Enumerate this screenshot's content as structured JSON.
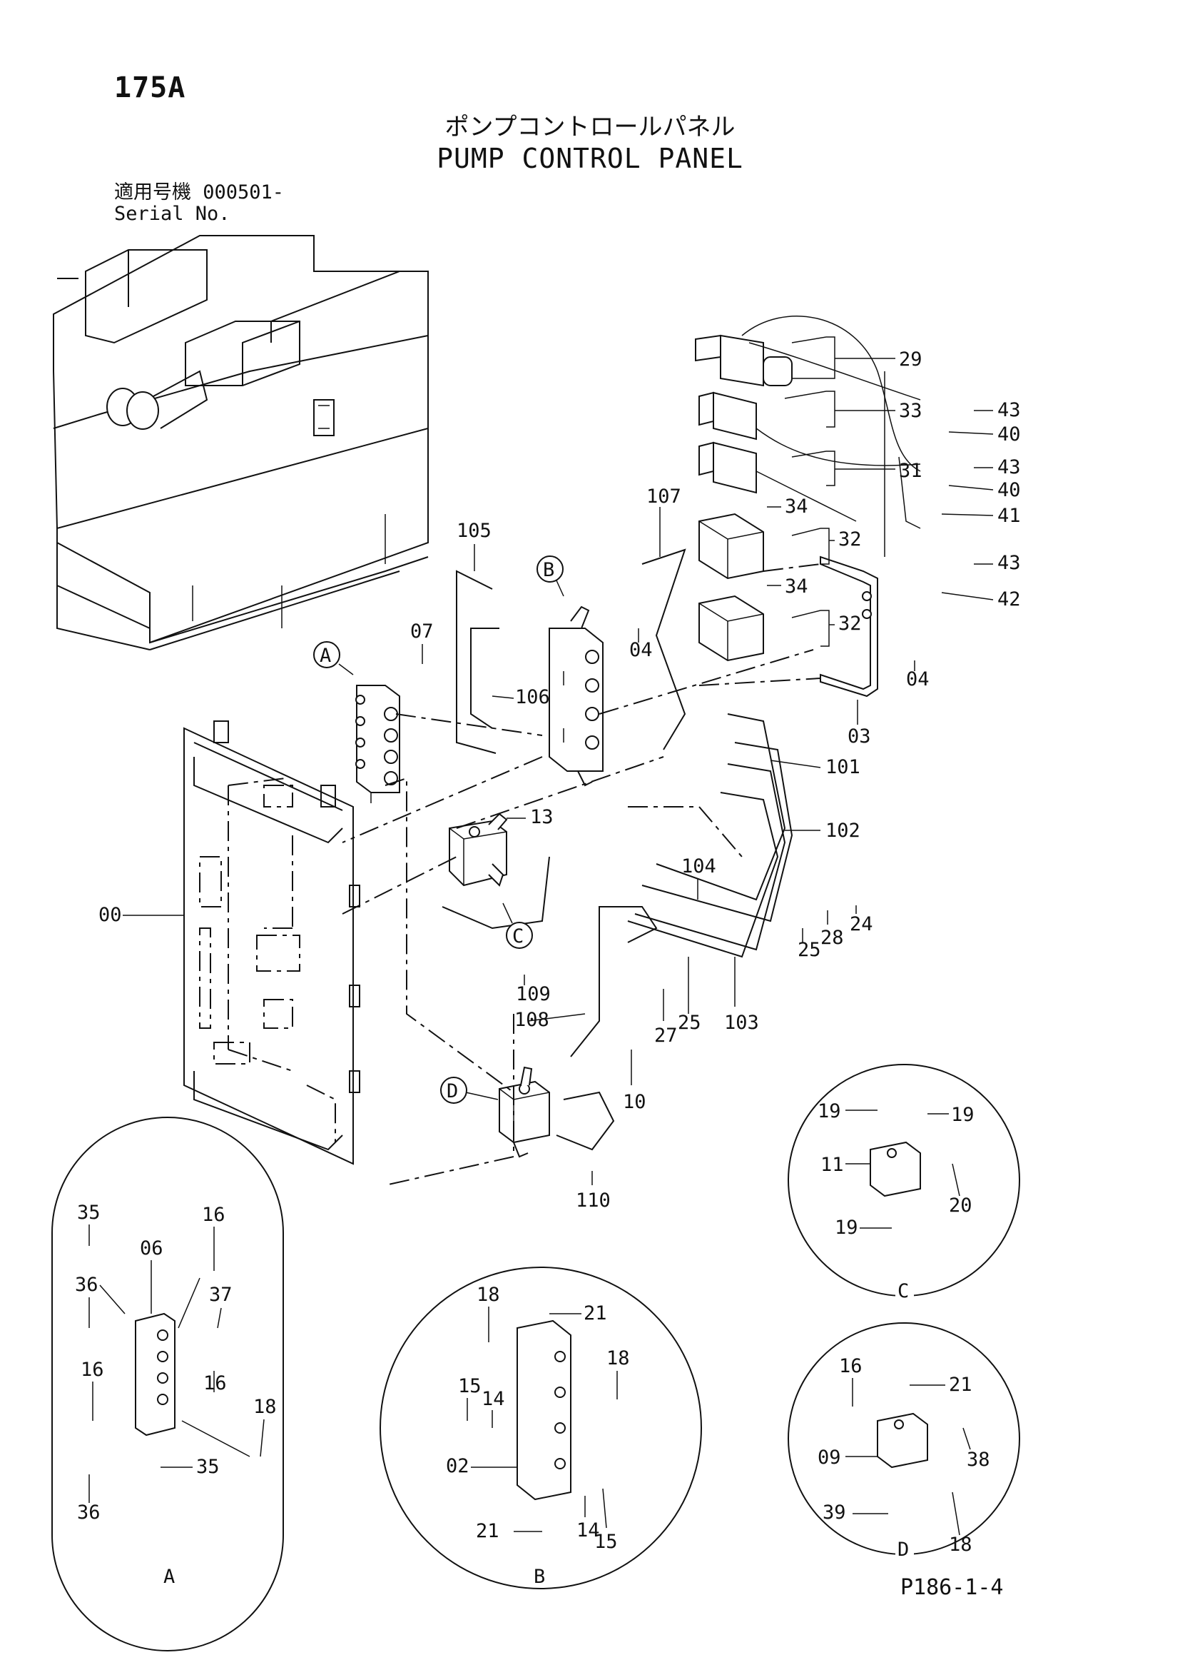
{
  "header": {
    "page_number": "175A",
    "title_jp": "ポンプコントロールパネル",
    "title_en": "PUMP CONTROL PANEL",
    "serial_label_jp": "適用号機",
    "serial_value": "000501-",
    "serial_label_en": "Serial No."
  },
  "callouts": {
    "main": [
      "29",
      "33",
      "31",
      "34",
      "32",
      "34",
      "32",
      "43",
      "40",
      "43",
      "40",
      "41",
      "43",
      "42",
      "04",
      "04",
      "03",
      "107",
      "105",
      "106",
      "07",
      "101",
      "102",
      "13",
      "104",
      "24",
      "28",
      "25",
      "00",
      "109",
      "108",
      "27",
      "25",
      "103",
      "10",
      "110"
    ],
    "detail_a": [
      "35",
      "16",
      "06",
      "36",
      "37",
      "16",
      "16",
      "18",
      "35",
      "36"
    ],
    "detail_b": [
      "18",
      "21",
      "18",
      "15",
      "14",
      "02",
      "21",
      "14",
      "15"
    ],
    "detail_c": [
      "19",
      "19",
      "11",
      "20",
      "19"
    ],
    "detail_d": [
      "16",
      "21",
      "38",
      "09",
      "39",
      "18"
    ]
  },
  "markers": [
    "A",
    "B",
    "C",
    "D"
  ],
  "details": [
    {
      "letter": "A"
    },
    {
      "letter": "B"
    },
    {
      "letter": "C"
    },
    {
      "letter": "D"
    }
  ],
  "footer": {
    "reference": "P186-1-4"
  }
}
